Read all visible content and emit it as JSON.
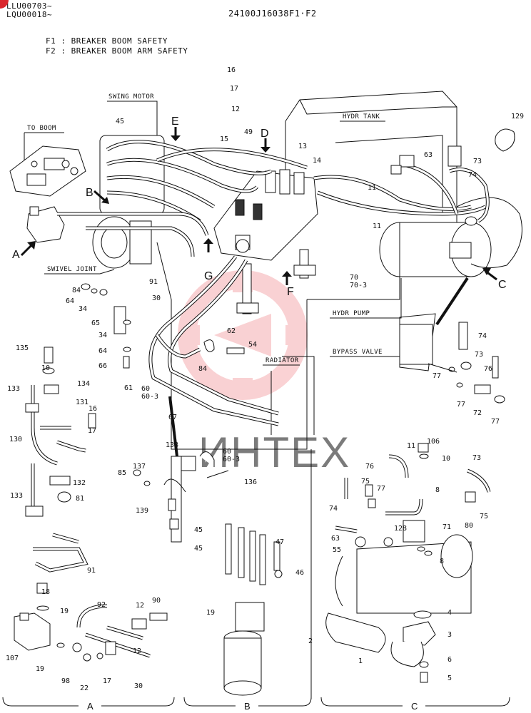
{
  "header": {
    "serial_1": "LLU00703~",
    "serial_2": "LQU00018~",
    "drawing_code": "24100J16038F1·F2",
    "legend_f1": "F1 : BREAKER BOOM SAFETY",
    "legend_f2": "F2 : BREAKER BOOM ARM SAFETY"
  },
  "labels": {
    "to_boom": "TO BOOM",
    "swing_motor": "SWING MOTOR",
    "swivel_joint": "SWIVEL JOINT",
    "hydr_tank": "HYDR TANK",
    "hydr_pump": "HYDR PUMP",
    "bypass_valve": "BYPASS VALVE",
    "radiator": "RADIATOR"
  },
  "view_arrows": [
    "A",
    "B",
    "C",
    "D",
    "E",
    "F",
    "G"
  ],
  "sections": [
    "A",
    "B",
    "C"
  ],
  "watermark": "ИНТЕХ",
  "callouts": [
    "1",
    "2",
    "3",
    "4",
    "5",
    "6",
    "8",
    "8",
    "10",
    "10",
    "11",
    "11",
    "11",
    "12",
    "12",
    "12",
    "13",
    "14",
    "15",
    "16",
    "16",
    "17",
    "17",
    "17",
    "18",
    "19",
    "19",
    "19",
    "22",
    "30",
    "30",
    "34",
    "34",
    "45",
    "45",
    "45",
    "46",
    "47",
    "49",
    "54",
    "55",
    "60 60-3",
    "60 60-3",
    "61",
    "62",
    "63",
    "63",
    "64",
    "64",
    "65",
    "66",
    "67",
    "70 70-3",
    "71",
    "72",
    "73",
    "73",
    "73",
    "74",
    "74",
    "74",
    "75",
    "75",
    "76",
    "76",
    "77",
    "77",
    "77",
    "77",
    "80",
    "81",
    "84",
    "84",
    "85",
    "90",
    "91",
    "91",
    "92",
    "98",
    "106",
    "107",
    "128",
    "129",
    "130",
    "131",
    "132",
    "133",
    "133",
    "134",
    "135",
    "136",
    "137",
    "138",
    "139"
  ]
}
